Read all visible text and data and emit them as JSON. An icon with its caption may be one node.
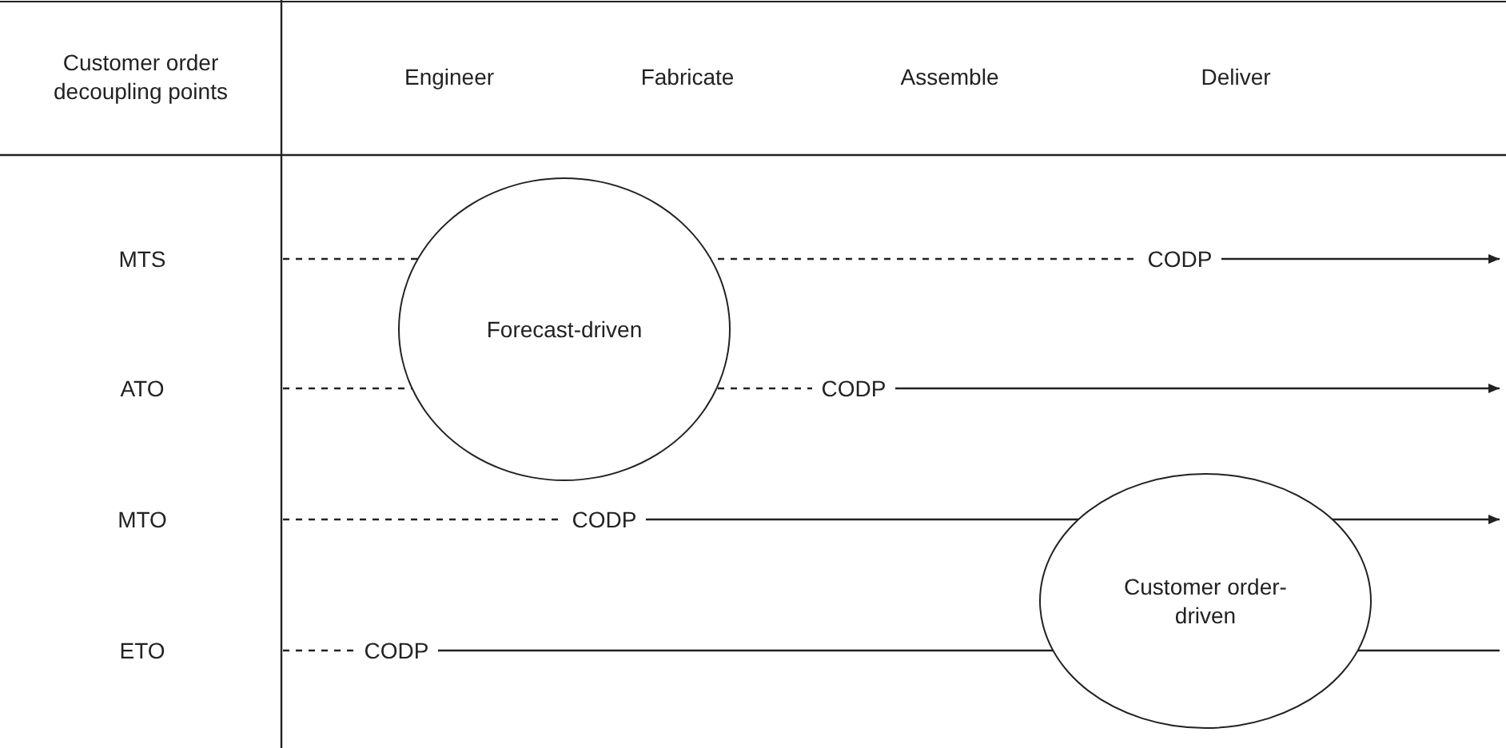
{
  "diagram": {
    "nodes": [
      {
        "text": [
          "Forecast-driven"
        ]
      },
      {
        "text": [
          "Customer order-driven"
        ]
      },
      {
        "text": [
          "CODP"
        ]
      },
      {
        "text": [
          "CODP"
        ]
      },
      {
        "text": [
          "CODP"
        ]
      },
      {
        "text": [
          "CODP"
        ]
      }
    ],
    "edges": [
      {
        "from": null,
        "to": 2,
        "arrow": "none",
        "style": "dashed"
      },
      {
        "from": 2,
        "to": null,
        "arrow": "to"
      },
      {
        "from": null,
        "to": 3,
        "arrow": "none",
        "style": "dashed"
      },
      {
        "from": 3,
        "to": null,
        "arrow": "to"
      },
      {
        "from": null,
        "to": 4,
        "arrow": "none",
        "style": "dashed"
      },
      {
        "from": 4,
        "to": null,
        "arrow": "to"
      },
      {
        "from": null,
        "to": 5,
        "arrow": "none",
        "style": "dashed"
      },
      {
        "from": 5,
        "to": null,
        "arrow": "none"
      }
    ],
    "labels": [
      "Customer order decoupling points",
      "Engineer",
      "Fabricate",
      "Assemble",
      "Deliver",
      "MTS",
      "ATO",
      "MTO",
      "ETO"
    ]
  }
}
